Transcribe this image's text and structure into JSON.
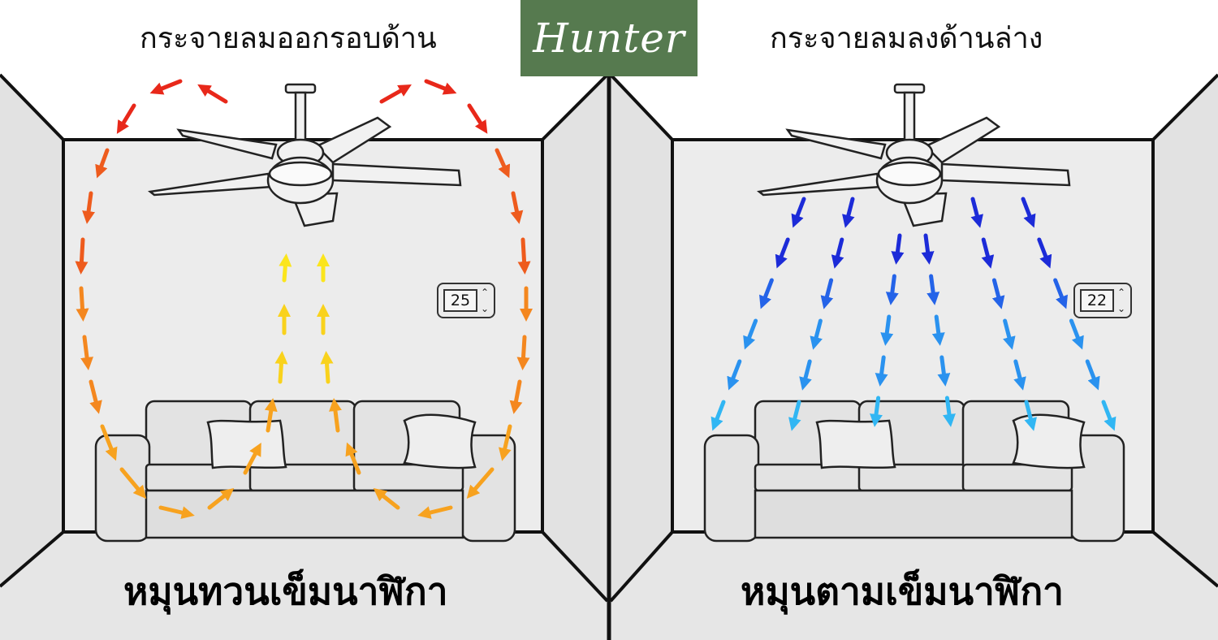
{
  "brand": {
    "logo_text": "Hunter",
    "logo_bg": "#567a4f"
  },
  "left_panel": {
    "top_caption": "กระจายลมออกรอบด้าน",
    "bottom_caption": "หมุนทวนเข็มนาฬิกา",
    "thermostat": "25",
    "arrow_colors": [
      "#e8281a",
      "#ee5b1d",
      "#f4871f",
      "#f7a21f",
      "#f9d21c",
      "#fbe51c"
    ]
  },
  "right_panel": {
    "top_caption": "กระจายลมลงด้านล่าง",
    "bottom_caption": "หมุนตามเข็มนาฬิกา",
    "thermostat": "22",
    "arrow_colors": [
      "#1c2bd8",
      "#2463e8",
      "#2a92ef",
      "#31b6f3"
    ]
  },
  "icons": [
    "ceiling-fan-icon",
    "sofa-icon",
    "thermostat-icon",
    "arrow-icon"
  ]
}
